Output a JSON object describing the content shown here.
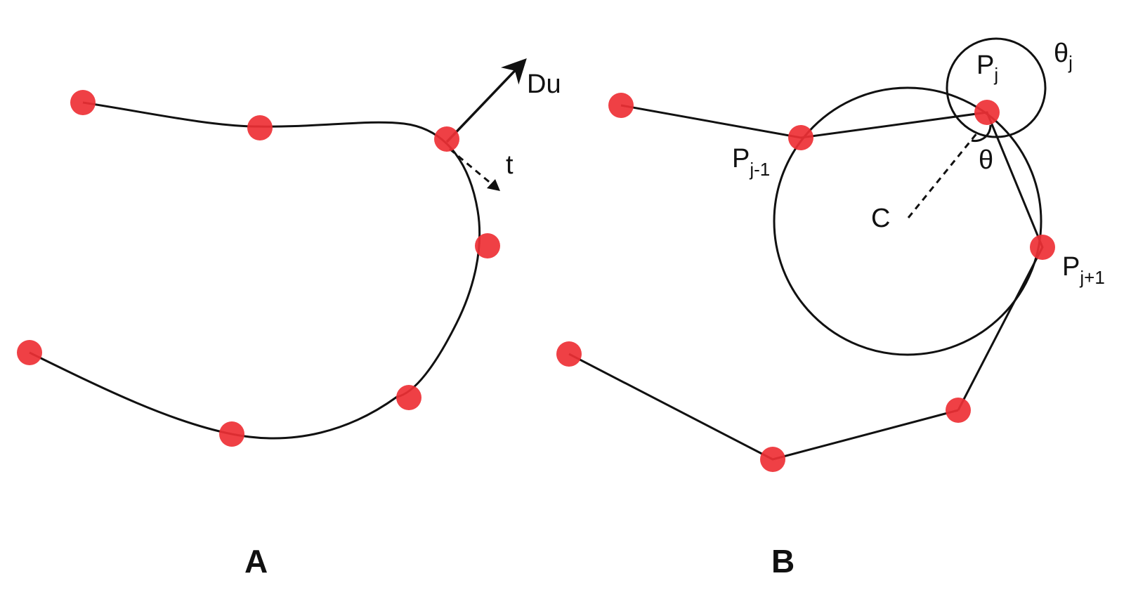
{
  "colors": {
    "point": "#ee3035",
    "line": "#111111",
    "background": "#ffffff"
  },
  "panels": {
    "a": {
      "label": "A",
      "vector_du": "Du",
      "vector_t": "t"
    },
    "b": {
      "label": "B",
      "point_j": "P",
      "point_j_sub": "j",
      "point_prev": "P",
      "point_prev_sub": "j-1",
      "point_next": "P",
      "point_next_sub": "j+1",
      "center": "C",
      "angle": "θ",
      "angle_j": "θ",
      "angle_j_sub": "j"
    }
  }
}
